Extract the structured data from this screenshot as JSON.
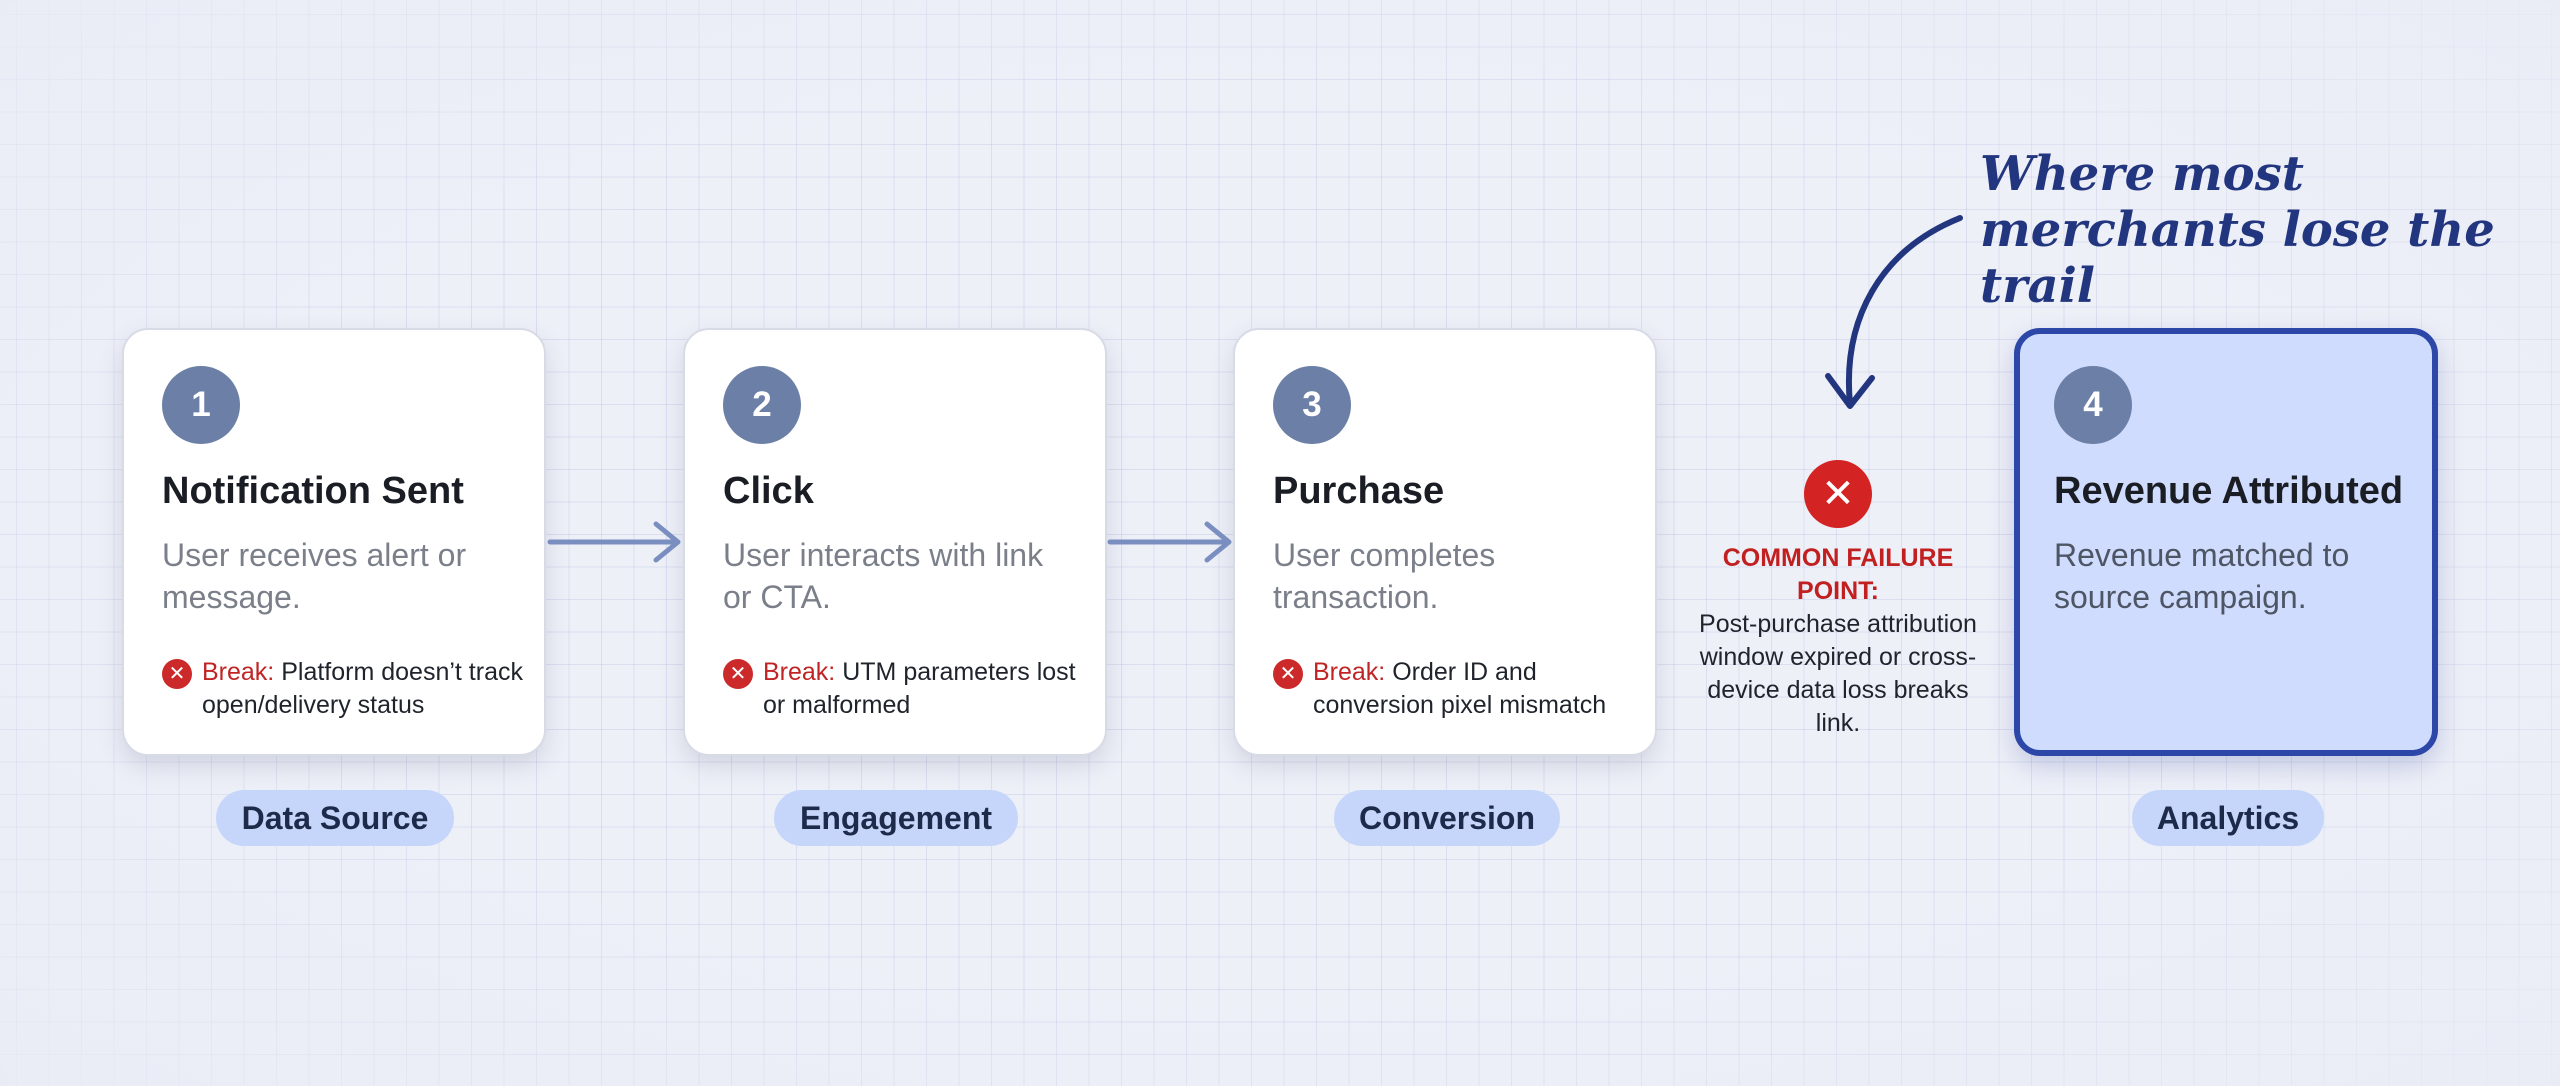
{
  "steps": [
    {
      "number": "1",
      "title": "Notification Sent",
      "description": "User receives alert or message.",
      "break_label": "Break:",
      "break_text": "Platform doesn’t track open/delivery status",
      "stage": "Data Source"
    },
    {
      "number": "2",
      "title": "Click",
      "description": "User interacts with link or CTA.",
      "break_label": "Break:",
      "break_text": "UTM parameters lost or malformed",
      "stage": "Engagement"
    },
    {
      "number": "3",
      "title": "Purchase",
      "description": "User completes transaction.",
      "break_label": "Break:",
      "break_text": "Order ID and conversion pixel mismatch",
      "stage": "Conversion"
    },
    {
      "number": "4",
      "title": "Revenue Attributed",
      "description": "Revenue matched to source campaign.",
      "stage": "Analytics"
    }
  ],
  "failure": {
    "title": "COMMON FAILURE POINT:",
    "description": "Post-purchase attribution window expired or cross-device data loss breaks link."
  },
  "annotation": "Where most merchants lose the trail",
  "colors": {
    "accent": "#2c47a8",
    "number_badge": "#6c7fa6",
    "break_red": "#cc2a2a",
    "stage_pill": "#c6d6fa",
    "highlight_card": "#cfdcfd"
  },
  "icons": {
    "break": "x-circle-icon",
    "failure": "x-circle-icon",
    "connector": "arrow-right-icon",
    "annotation": "curved-arrow-down-icon"
  }
}
